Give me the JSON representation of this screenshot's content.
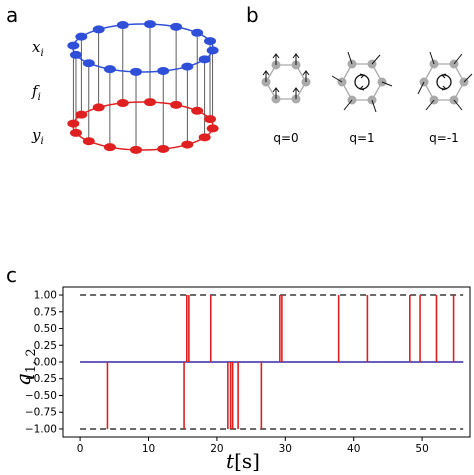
{
  "panels": {
    "a": "a",
    "b": "b",
    "c": "c"
  },
  "panel_a": {
    "top_label_x": "x",
    "top_label_sub": "i",
    "mid_label_f": "f",
    "mid_label_sub": "i",
    "bottom_label_y": "y",
    "bottom_label_sub": "i",
    "colors": {
      "top": "#2f4fd8",
      "bottom": "#e02020"
    }
  },
  "panel_b": {
    "labels": [
      "q=0",
      "q=1",
      "q=-1"
    ]
  },
  "chart_data": {
    "type": "line",
    "xlabel_main": "t",
    "xlabel_unit": "[s]",
    "ylabel_main": "q",
    "ylabel_sub": "1, 2",
    "xlim": [
      -2.5,
      57
    ],
    "ylim": [
      -1.12,
      1.12
    ],
    "xticks": [
      0,
      10,
      20,
      30,
      40,
      50
    ],
    "yticks": [
      1.0,
      0.75,
      0.5,
      0.25,
      0.0,
      -0.25,
      -0.5,
      -0.75,
      -1.0
    ],
    "ytick_labels": [
      "1.00",
      "0.75",
      "0.50",
      "0.25",
      "0.00",
      "−0.25",
      "−0.50",
      "−0.75",
      "−1.00"
    ],
    "series_baseline": {
      "color": "#3a4fd0",
      "x": [
        0,
        56
      ],
      "y": [
        0,
        0
      ]
    },
    "dashed_levels": [
      1.0,
      -1.0
    ],
    "red_spikes": [
      {
        "t": 4.0,
        "q": -1
      },
      {
        "t": 15.2,
        "q": -1
      },
      {
        "t": 15.6,
        "q": 1
      },
      {
        "t": 15.9,
        "q": 1
      },
      {
        "t": 19.1,
        "q": 1
      },
      {
        "t": 21.6,
        "q": -1
      },
      {
        "t": 22.0,
        "q": -1
      },
      {
        "t": 22.3,
        "q": -1
      },
      {
        "t": 23.1,
        "q": -1
      },
      {
        "t": 26.5,
        "q": -1
      },
      {
        "t": 29.2,
        "q": 1
      },
      {
        "t": 29.5,
        "q": 1
      },
      {
        "t": 37.8,
        "q": 1
      },
      {
        "t": 42.0,
        "q": 1
      },
      {
        "t": 48.2,
        "q": 1
      },
      {
        "t": 49.7,
        "q": 1
      },
      {
        "t": 52.1,
        "q": 1
      },
      {
        "t": 54.6,
        "q": 1
      }
    ],
    "spike_color": "#e02020"
  }
}
